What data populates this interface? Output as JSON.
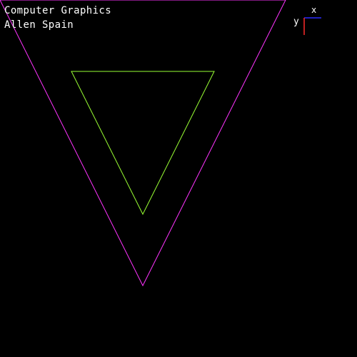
{
  "header": {
    "title": "Computer Graphics",
    "author": "Allen Spain"
  },
  "axes_gizmo": {
    "x_label": "x",
    "y_label": "y",
    "x_color": "#2a2aff",
    "y_color": "#ff2a2a"
  },
  "shapes": {
    "outer_triangle_color": "#ff33ff",
    "inner_triangle_color": "#99ff33"
  },
  "colors": {
    "background": "#000000",
    "text": "#ffffff"
  }
}
